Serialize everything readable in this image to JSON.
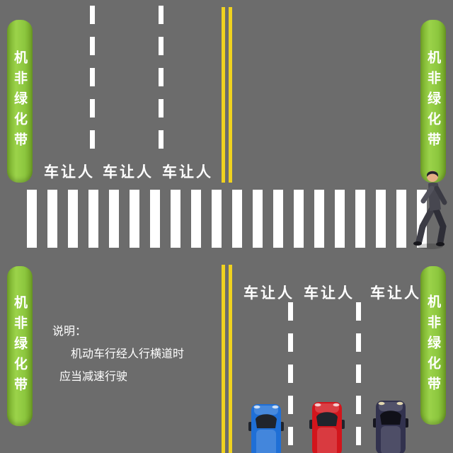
{
  "greenbelt": {
    "label": "机非绿化带"
  },
  "yield_labels": {
    "top": [
      "车让人",
      "车让人",
      "车让人"
    ],
    "bottom": [
      "车让人",
      "车让人",
      "车让人"
    ]
  },
  "note": {
    "heading": "说明：",
    "line1": "机动车行经人行横道时",
    "line2": "应当减速行驶"
  },
  "colors": {
    "road": "#6C6C6C",
    "greenbelt_green": "#8CC63E",
    "lane_yellow": "#F0D21F",
    "marking_white": "#FFFFFF",
    "car_blue": "#1F6FD6",
    "car_red": "#D2151C",
    "car_dark": "#32324E"
  },
  "icons": {
    "pedestrian": "pedestrian-figure",
    "cars": [
      "blue-car",
      "red-car",
      "dark-car"
    ]
  }
}
